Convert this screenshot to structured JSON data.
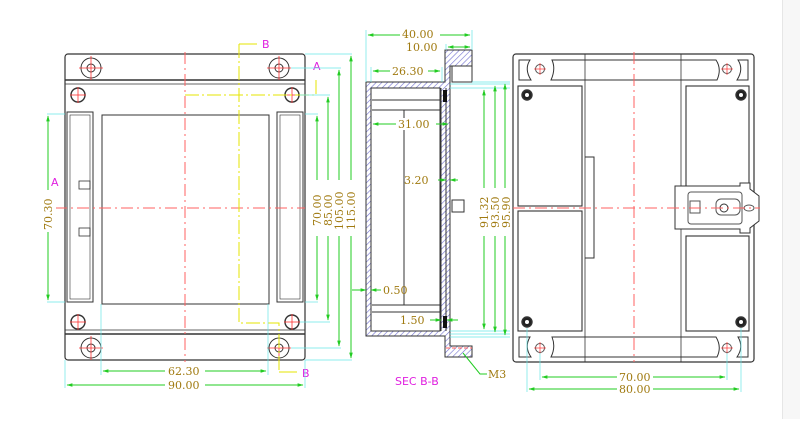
{
  "drawing": {
    "title": "Enclosure technical drawing",
    "colors": {
      "outline": "#333333",
      "dimension": "#22cc22",
      "extension": "#66e6e6",
      "centerline": "#ff6060",
      "section_line": "#e6e600",
      "dimension_text": "#a07a10",
      "label_text": "#e020e0",
      "hatch": "#7070d0"
    }
  },
  "front_view": {
    "section_labels": {
      "b_top": "B",
      "b_bottom": "B",
      "a_right": "A",
      "a_left": "A"
    },
    "dimensions": {
      "height_left": "70.30",
      "width_inner": "62.30",
      "width_total": "90.00",
      "h1": "70.00",
      "h2": "85.00",
      "h3": "105.00",
      "h4": "115.00"
    }
  },
  "section_view": {
    "caption": "SEC B-B",
    "dimensions": {
      "depth_total": "40.00",
      "flange": "10.00",
      "inner_depth": "26.30",
      "inner_width": "31.00",
      "wall": "3.20",
      "gap": "0.50",
      "lip": "1.50",
      "h1": "91.32",
      "h2": "93.50",
      "h3": "95.90"
    },
    "callout": "M3"
  },
  "back_view": {
    "dimensions": {
      "hole_spacing": "70.00",
      "width_total": "80.00"
    }
  }
}
